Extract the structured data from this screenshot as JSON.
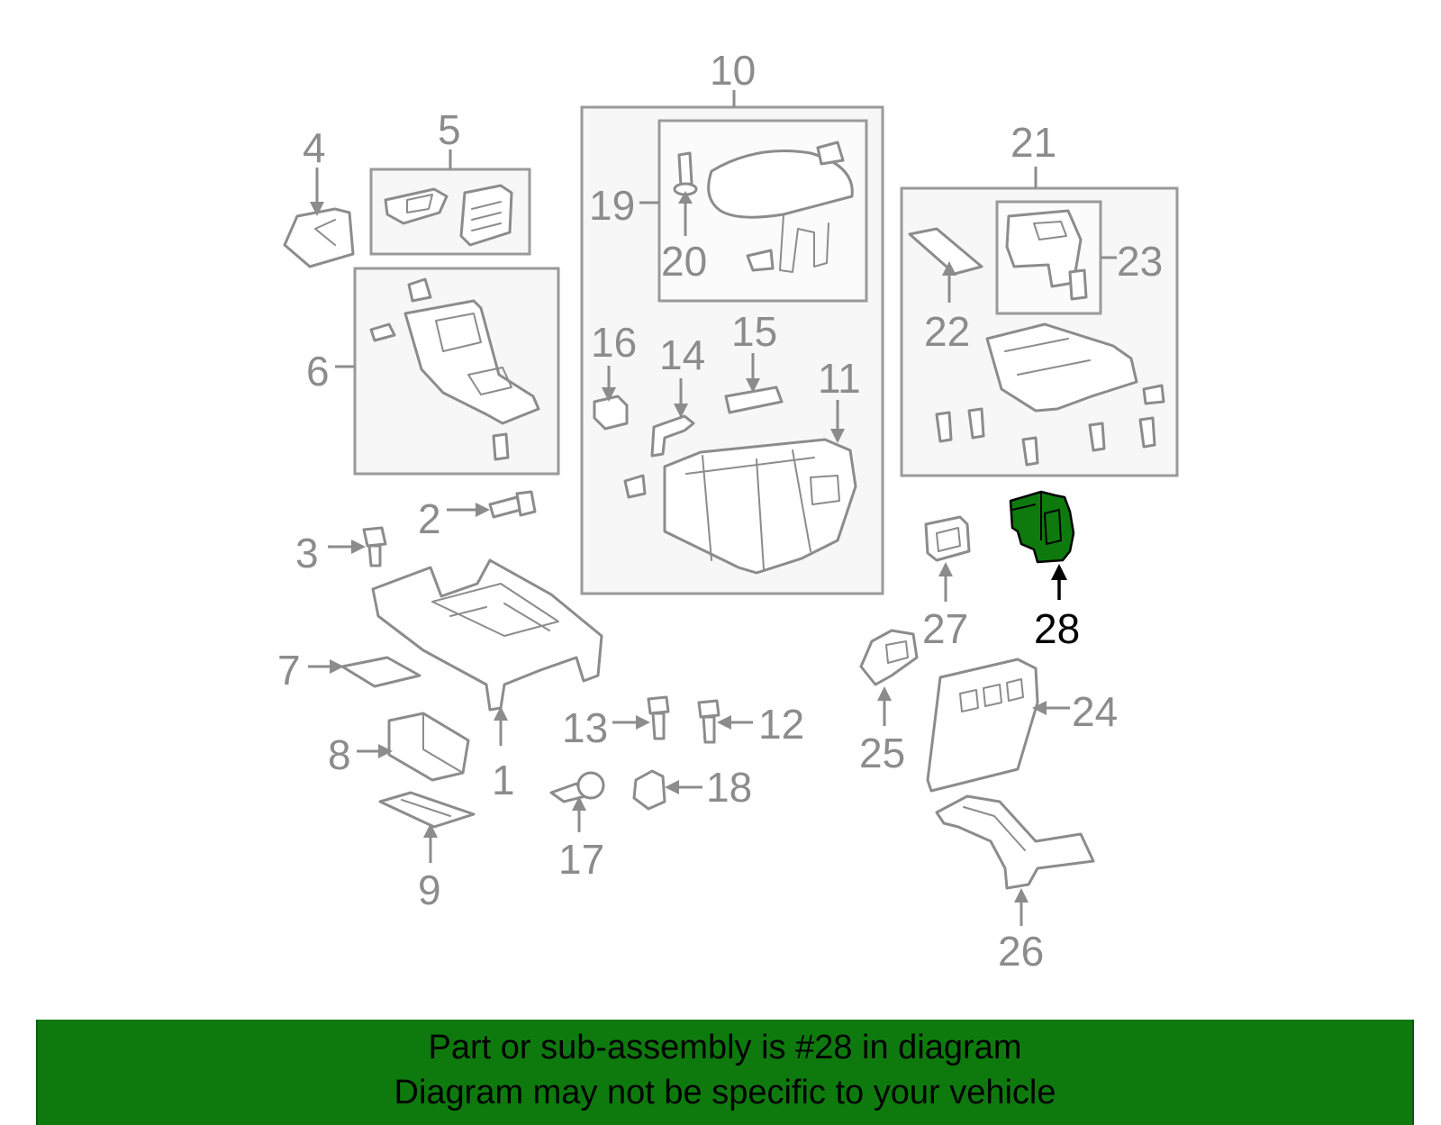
{
  "diagram": {
    "highlighted_callout": "28",
    "highlight_color": "#0e7a0e",
    "callouts": [
      "1",
      "2",
      "3",
      "4",
      "5",
      "6",
      "7",
      "8",
      "9",
      "10",
      "11",
      "12",
      "13",
      "14",
      "15",
      "16",
      "17",
      "18",
      "19",
      "20",
      "21",
      "22",
      "23",
      "24",
      "25",
      "26",
      "27",
      "28"
    ]
  },
  "banner": {
    "line1": "Part or sub-assembly is #28 in diagram",
    "line2": "Diagram may not be specific to your vehicle",
    "background": "#0e7a0e"
  }
}
